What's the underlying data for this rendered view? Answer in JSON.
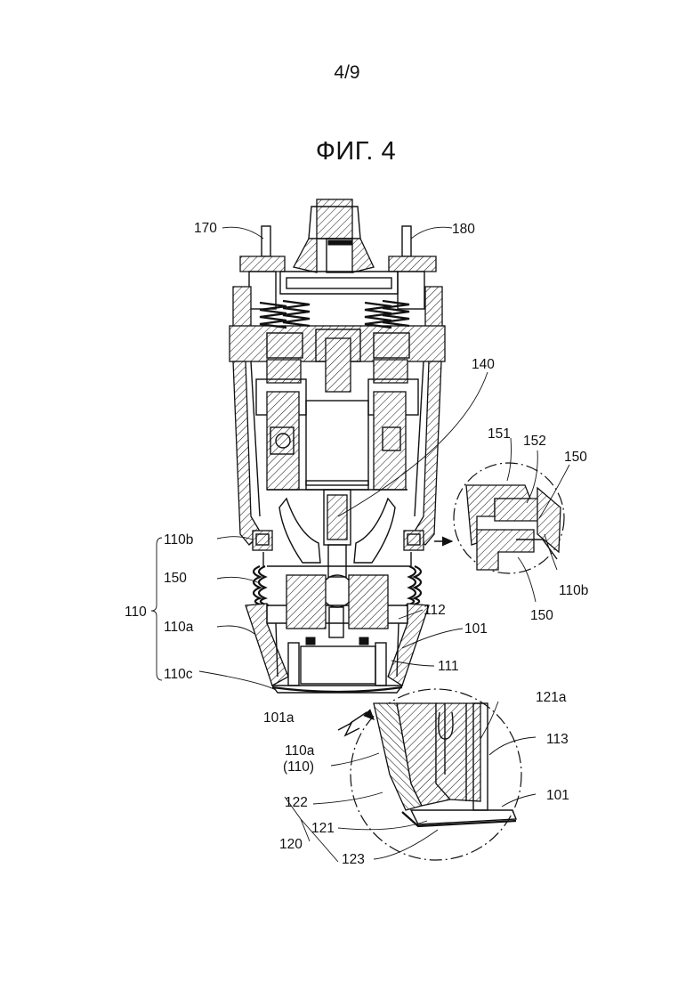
{
  "header": {
    "page_number": "4/9",
    "figure_title": "ФИГ. 4"
  },
  "labels": {
    "l170": "170",
    "l180": "180",
    "l140": "140",
    "l151": "151",
    "l152": "152",
    "l150_top": "150",
    "l110b_right": "110b",
    "l150_bottom": "150",
    "l110b": "110b",
    "l150_left": "150",
    "l110": "110",
    "l110a": "110a",
    "l110c": "110c",
    "l112": "112",
    "l101_mid": "101",
    "l111": "111",
    "l101a": "101a",
    "l110a_zoom": "110a",
    "l110_paren": "(110)",
    "l122": "122",
    "l121": "121",
    "l120": "120",
    "l123": "123",
    "l121a": "121a",
    "l113": "113",
    "l101_zoom": "101"
  }
}
